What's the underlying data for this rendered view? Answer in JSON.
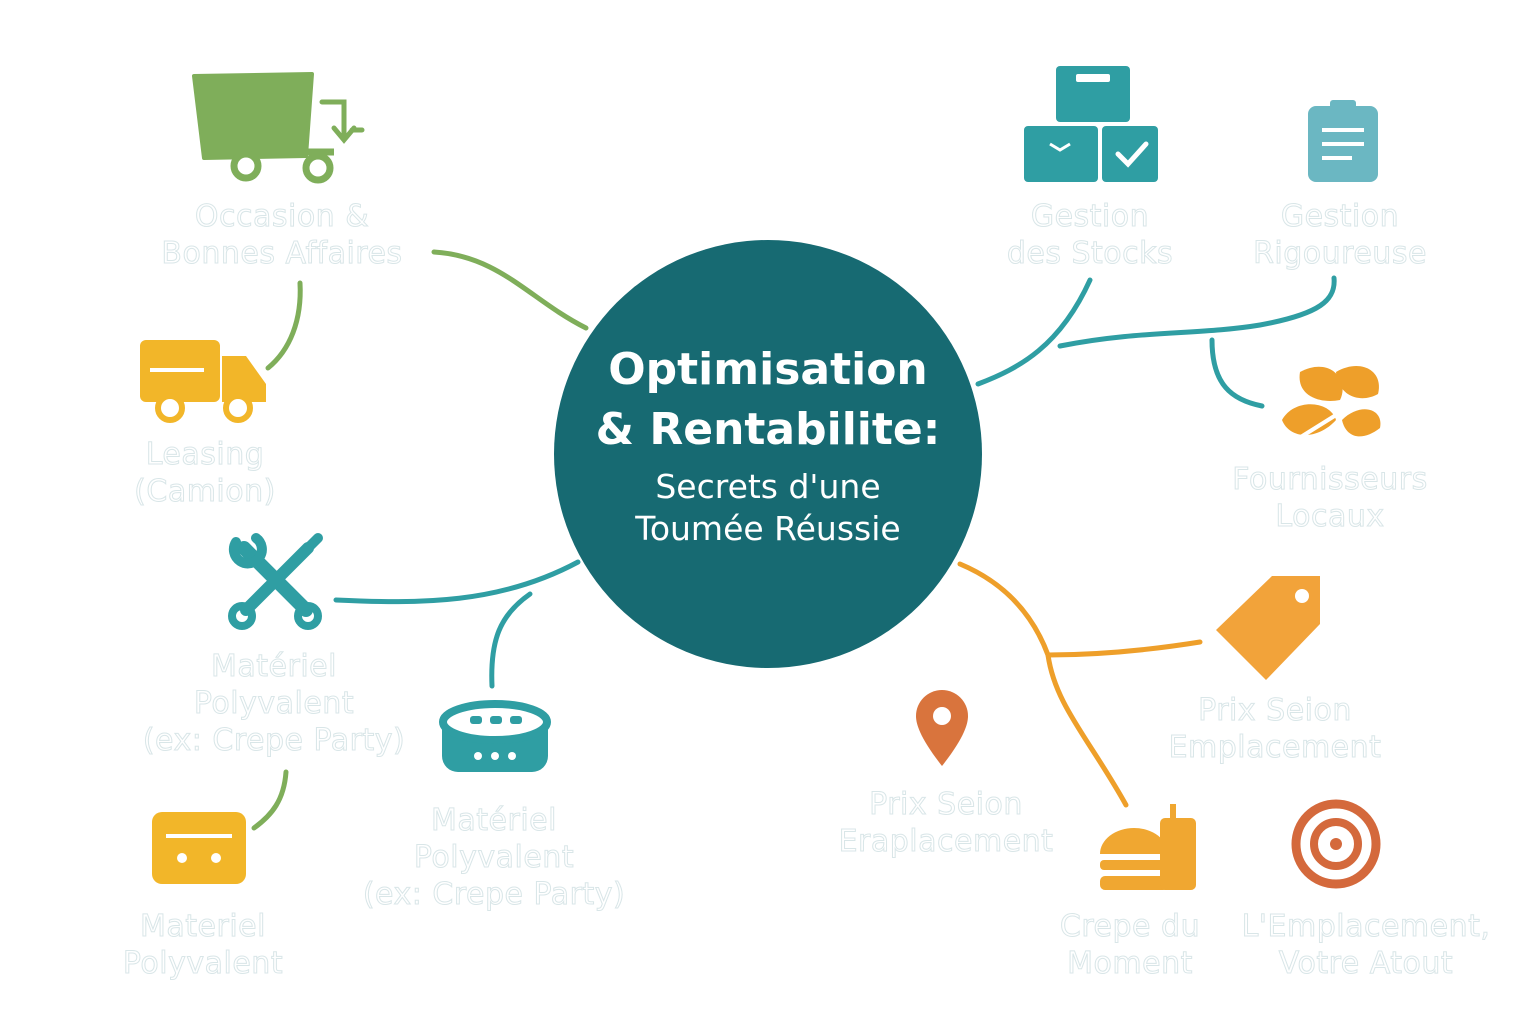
{
  "center": {
    "title_lines": [
      "Optimisation",
      "& Rentabilite:"
    ],
    "subtitle_lines": [
      "Secrets d'une",
      "Toumée Réussie"
    ]
  },
  "nodes": [
    {
      "id": "occasion",
      "lines": [
        "Occasion &",
        "Bonnes Affaires"
      ],
      "icon": "cart-truck-icon",
      "color": "#7fae5a"
    },
    {
      "id": "leasing",
      "lines": [
        "Leasing",
        "(Camion)"
      ],
      "icon": "truck-icon",
      "color": "#f2b629"
    },
    {
      "id": "materiel-1",
      "lines": [
        "Matériel",
        "Polyvalent",
        "(ex: Crepe Party)"
      ],
      "icon": "tools-icon",
      "color": "#2f9ea3"
    },
    {
      "id": "materiel-2",
      "lines": [
        "Materiel",
        "Polyvalent"
      ],
      "icon": "device-icon",
      "color": "#f2b629"
    },
    {
      "id": "materiel-3",
      "lines": [
        "Matériel",
        "Polyvalent",
        "(ex: Crepe Party)"
      ],
      "icon": "griddle-icon",
      "color": "#2f9ea3"
    },
    {
      "id": "stocks",
      "lines": [
        "Gestion",
        "des Stocks"
      ],
      "icon": "boxes-icon",
      "color": "#2f9ea3"
    },
    {
      "id": "rigoureuse",
      "lines": [
        "Gestion",
        "Rigoureuse"
      ],
      "icon": "clipboard-icon",
      "color": "#6bb7c2"
    },
    {
      "id": "fournisseurs",
      "lines": [
        "Fournisseurs",
        "Locaux"
      ],
      "icon": "leaf-icon",
      "color": "#ee9f2a"
    },
    {
      "id": "prix-1",
      "lines": [
        "Prix Seion",
        "Emplacement"
      ],
      "icon": "price-tag-icon",
      "color": "#f2a33a"
    },
    {
      "id": "prix-2",
      "lines": [
        "Prix Seion",
        "Eraplacement"
      ],
      "icon": "location-pin-icon",
      "color": "#d9743d"
    },
    {
      "id": "crepe",
      "lines": [
        "Crepe du",
        "Moment"
      ],
      "icon": "burger-drink-icon",
      "color": "#f0a731"
    },
    {
      "id": "emplacement",
      "lines": [
        "L'Emplacement,",
        "Votre Atout"
      ],
      "icon": "target-icon",
      "color": "#d4693c"
    }
  ],
  "colors": {
    "hub": "#176a72",
    "green_branch": "#7fae5a",
    "teal_branch": "#2f9ea3",
    "orange_branch": "#ee9f2a"
  }
}
